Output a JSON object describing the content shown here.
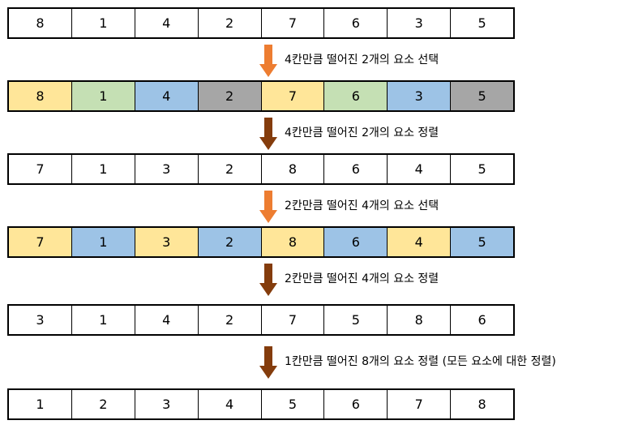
{
  "colors": {
    "yellow": "#ffe699",
    "green": "#c5e0b4",
    "blue": "#9dc3e6",
    "gray": "#a6a6a6",
    "white": "#ffffff",
    "arrow_select": "#ed7d31",
    "arrow_sort": "#843c0c"
  },
  "arrays": [
    {
      "values": [
        "8",
        "1",
        "4",
        "2",
        "7",
        "6",
        "3",
        "5"
      ],
      "fills": [
        "white",
        "white",
        "white",
        "white",
        "white",
        "white",
        "white",
        "white"
      ]
    },
    {
      "values": [
        "8",
        "1",
        "4",
        "2",
        "7",
        "6",
        "3",
        "5"
      ],
      "fills": [
        "yellow",
        "green",
        "blue",
        "gray",
        "yellow",
        "green",
        "blue",
        "gray"
      ]
    },
    {
      "values": [
        "7",
        "1",
        "3",
        "2",
        "8",
        "6",
        "4",
        "5"
      ],
      "fills": [
        "white",
        "white",
        "white",
        "white",
        "white",
        "white",
        "white",
        "white"
      ]
    },
    {
      "values": [
        "7",
        "1",
        "3",
        "2",
        "8",
        "6",
        "4",
        "5"
      ],
      "fills": [
        "yellow",
        "blue",
        "yellow",
        "blue",
        "yellow",
        "blue",
        "yellow",
        "blue"
      ]
    },
    {
      "values": [
        "3",
        "1",
        "4",
        "2",
        "7",
        "5",
        "8",
        "6"
      ],
      "fills": [
        "white",
        "white",
        "white",
        "white",
        "white",
        "white",
        "white",
        "white"
      ]
    },
    {
      "values": [
        "1",
        "2",
        "3",
        "4",
        "5",
        "6",
        "7",
        "8"
      ],
      "fills": [
        "white",
        "white",
        "white",
        "white",
        "white",
        "white",
        "white",
        "white"
      ]
    }
  ],
  "steps": [
    {
      "label": "4칸만큼 떨어진 2개의 요소 선택",
      "arrow": "arrow_select"
    },
    {
      "label": "4칸만큼 떨어진 2개의 요소 정렬",
      "arrow": "arrow_sort"
    },
    {
      "label": "2칸만큼 떨어진 4개의 요소 선택",
      "arrow": "arrow_select"
    },
    {
      "label": "2칸만큼 떨어진 4개의 요소 정렬",
      "arrow": "arrow_sort"
    },
    {
      "label": "1칸만큼 떨어진 8개의 요소 정렬 (모든 요소에 대한 정렬)",
      "arrow": "arrow_sort"
    }
  ]
}
